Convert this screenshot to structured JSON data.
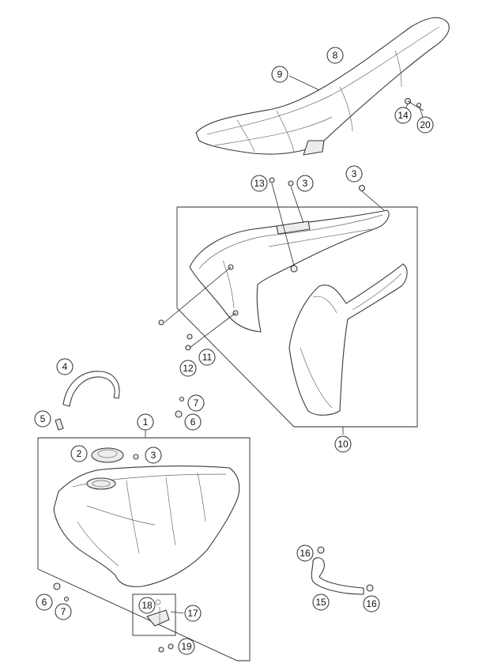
{
  "colors": {
    "line": "#3a3a3a",
    "background": "#ffffff",
    "shade": "#ececec"
  },
  "callouts": {
    "c1": "1",
    "c2": "2",
    "c3a": "3",
    "c3b": "3",
    "c3c": "3",
    "c4": "4",
    "c5": "5",
    "c6a": "6",
    "c6b": "6",
    "c7a": "7",
    "c7b": "7",
    "c8": "8",
    "c9": "9",
    "c10": "10",
    "c11": "11",
    "c12": "12",
    "c13": "13",
    "c14": "14",
    "c15": "15",
    "c16a": "16",
    "c16b": "16",
    "c17": "17",
    "c18": "18",
    "c19": "19",
    "c20": "20"
  }
}
